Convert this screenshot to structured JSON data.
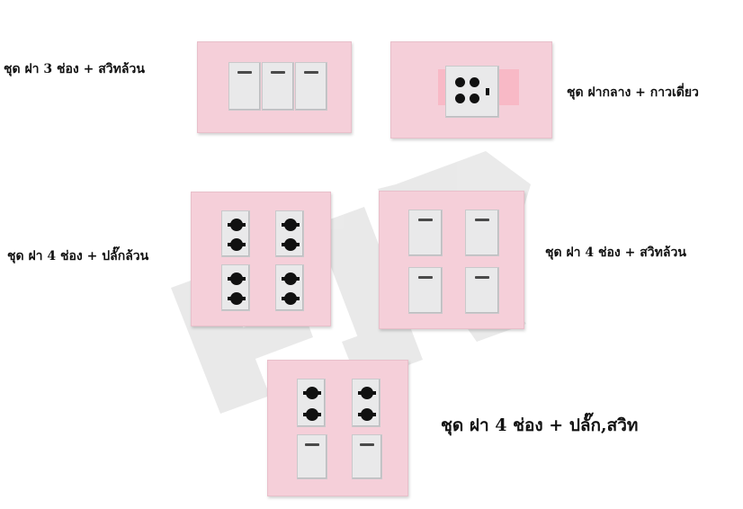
{
  "labels": {
    "top_left": "ชุด ฝา 3 ช่อง + สวิทล้วน",
    "top_right": "ชุด ฝากลาง + กาวเดี่ยว",
    "mid_left": "ชุด ฝา 4 ช่อง + ปลั๊กล้วน",
    "mid_right": "ชุด ฝา 4 ช่อง + สวิทล้วน",
    "bottom": "ชุด ฝา 4 ช่อง + ปลั๊ก,สวิท"
  },
  "watermark": {
    "text": "FJR"
  },
  "colors": {
    "plate": "#f5cfd9",
    "module": "#e9e9ea",
    "watermark": "#dedede"
  }
}
